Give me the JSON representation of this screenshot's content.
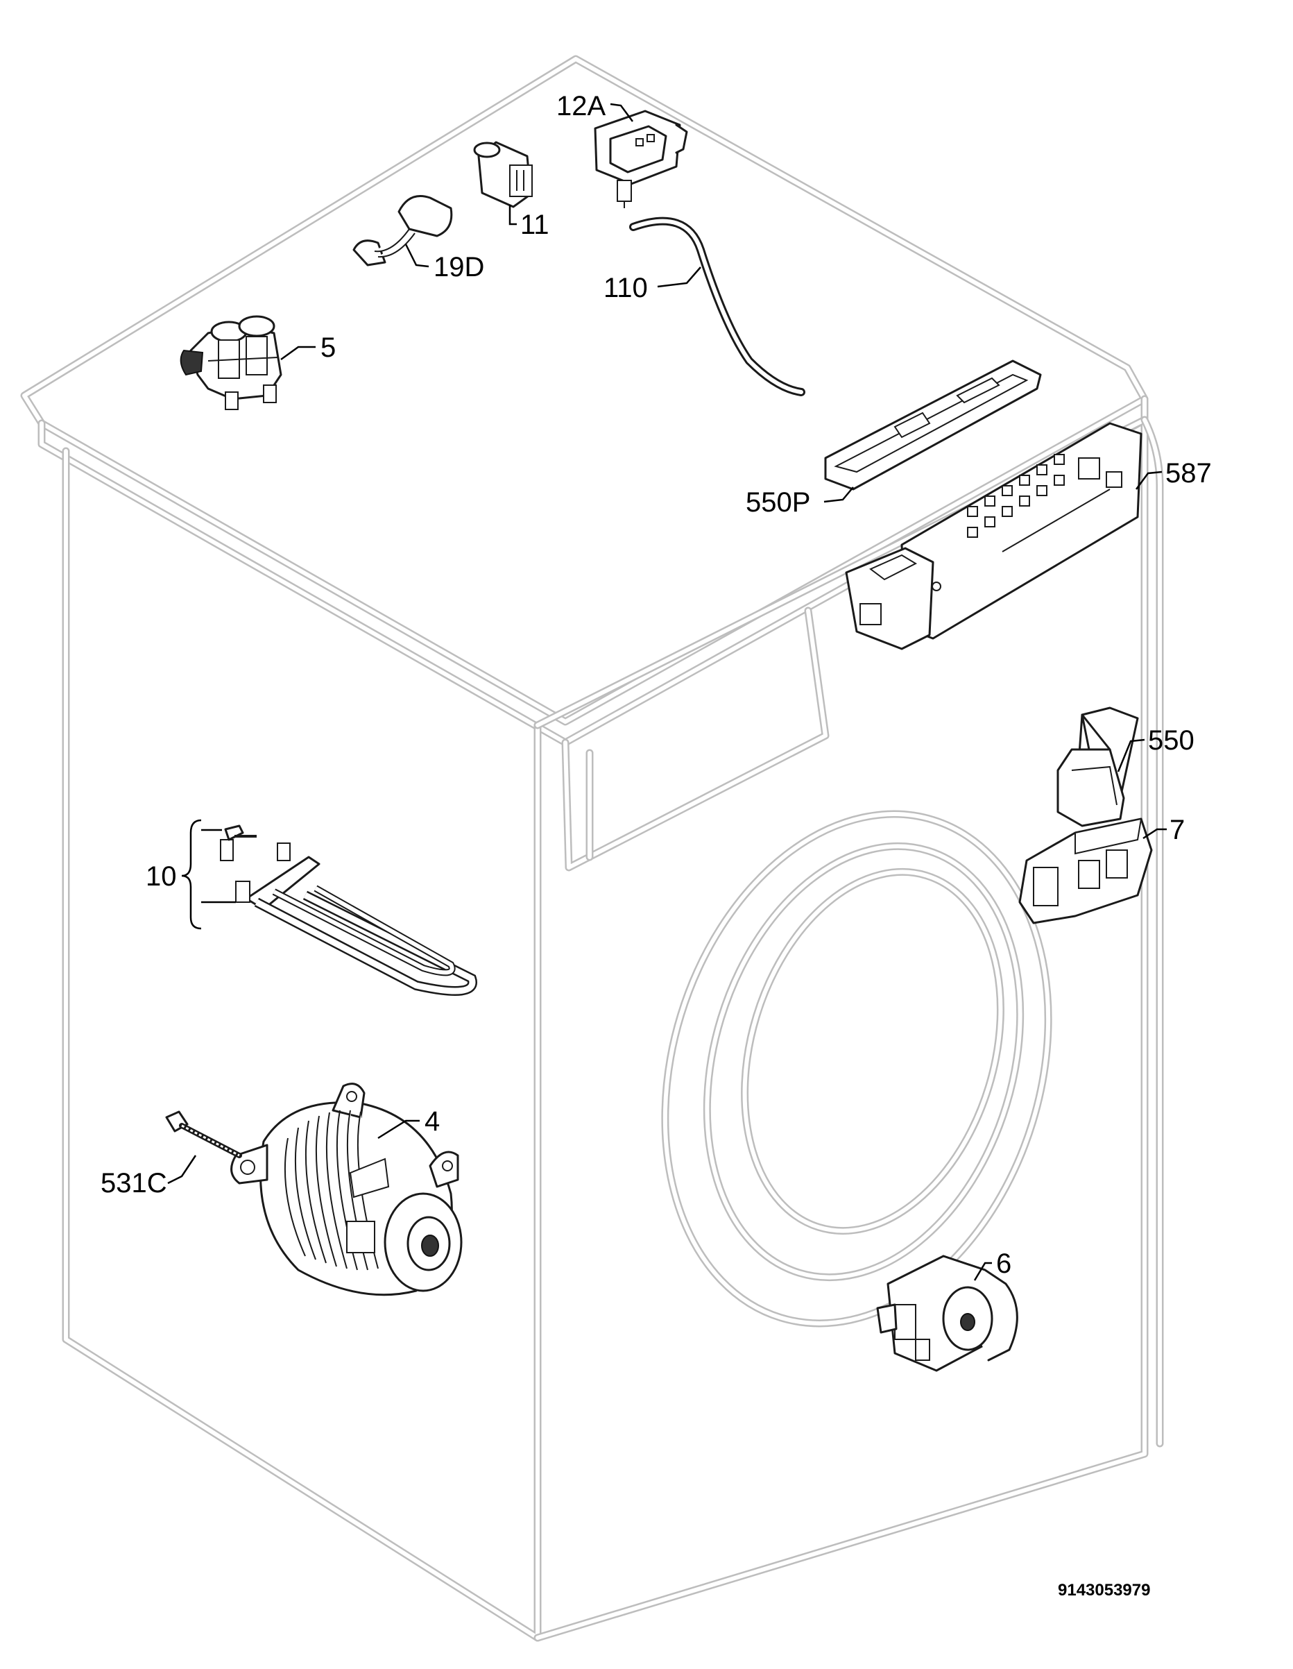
{
  "diagram": {
    "reference_code": "9143053979",
    "part_labels": {
      "p12A": "12A",
      "p11": "11",
      "p19D": "19D",
      "p110": "110",
      "p5": "5",
      "p550P": "550P",
      "p587": "587",
      "p550": "550",
      "p7": "7",
      "p10": "10",
      "p4": "4",
      "p531C": "531C",
      "p6": "6"
    }
  }
}
